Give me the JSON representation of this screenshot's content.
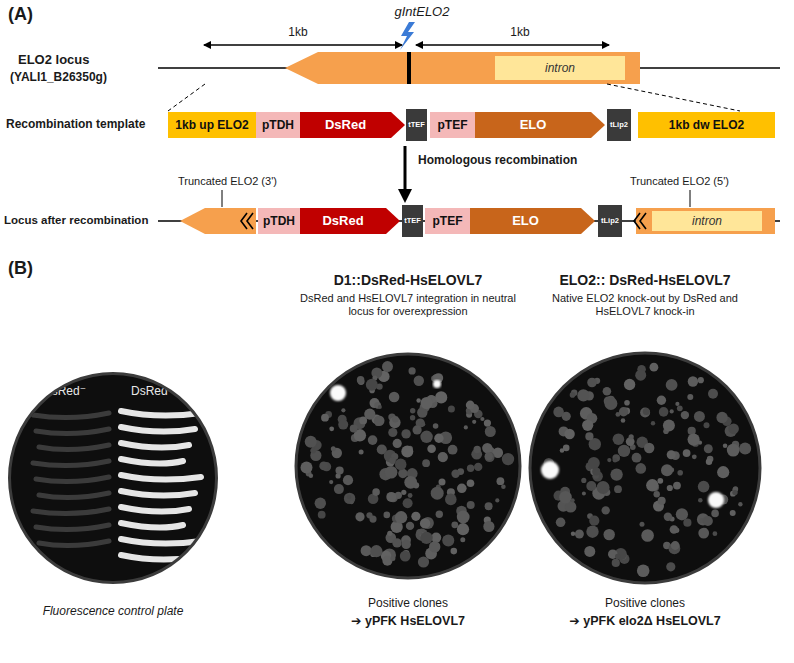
{
  "diagram": {
    "nodes": [
      {
        "text": [
          "intron"
        ]
      },
      {
        "text": [
          "1kb up ELO2"
        ]
      },
      {
        "text": [
          "pTDH"
        ]
      },
      {
        "text": [
          "DsRed"
        ]
      },
      {
        "text": [
          "tTEF"
        ]
      },
      {
        "text": [
          "pTEF"
        ]
      },
      {
        "text": [
          "ELO"
        ]
      },
      {
        "text": [
          "tLip2"
        ]
      },
      {
        "text": [
          "1kb dw ELO2"
        ]
      },
      {
        "text": [
          "pTDH"
        ]
      },
      {
        "text": [
          "DsRed"
        ]
      },
      {
        "text": [
          "tTEF"
        ]
      },
      {
        "text": [
          "pTEF"
        ]
      },
      {
        "text": [
          "ELO"
        ]
      },
      {
        "text": [
          "tLip2"
        ]
      },
      {
        "text": [
          "intron"
        ]
      },
      {
        "text": [
          "DsRed⁻",
          "DsRed⁺"
        ]
      }
    ],
    "labels": [
      "(A)",
      "gIntELO2",
      "1kb",
      "1kb",
      "ELO2 locus",
      "(YALI1_B26350g)",
      "Recombination template",
      "Homologous recombination",
      "Locus after recombination",
      "Truncated ELO2 (3')",
      "Truncated ELO2 (5')",
      "(B)",
      "D1::DsRed-HsELOVL7",
      "DsRed and HsELOVL7 integration in neutral locus for overexpression",
      "ELO2:: DsRed-HsELOVL7",
      "Native ELO2 knock-out by DsRed and HsELOVL7 knock-in",
      "Fluorescence control plate",
      "Positive clones",
      "➔ yPFK HsELOVL7",
      "Positive clones",
      "➔ yPFK elo2Δ HsELOVL7"
    ]
  }
}
